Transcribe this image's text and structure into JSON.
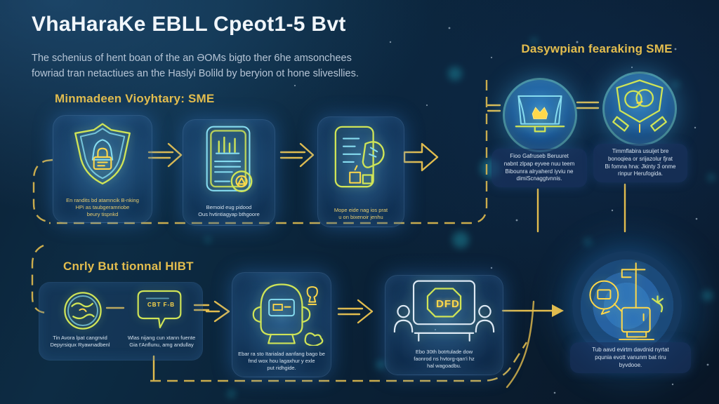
{
  "theme": {
    "accent_yellow": "#e3bd4e",
    "icon_lime": "#cfe457",
    "icon_cyan": "#86dcf0",
    "icon_gold": "#ffd84a",
    "text_white": "#f1f6fb",
    "text_muted": "#b6c5d6",
    "bg_dark": "#0a1d31"
  },
  "header": {
    "title": "VhaHaraKe EBLL Cpeot1-5 Bvt",
    "subtitle_lines": [
      "The schenius of hent boan of the an ƏOMs bigto ther 6he amsonchees",
      "fowriad tran netactiues an the Haslyi Bolild by beryion ot hone slivesllies."
    ]
  },
  "top_flow": {
    "heading": "Minmadeen Vioyhtary: SME",
    "steps": [
      {
        "icon": "shield-lock-icon",
        "caption": [
          "En randits bd atamncik B-nking",
          "HPi as taubgeramriobe",
          "beury tispnkd"
        ]
      },
      {
        "icon": "document-chart-icon",
        "caption": [
          "Bemoid eug pidood",
          "Ous hvtintiagyap bthgoore"
        ]
      },
      {
        "icon": "tablet-checklist-icon",
        "caption": [
          "Mope eide nag ios prat",
          "u on bixenoir jenhu"
        ]
      }
    ]
  },
  "right_panel": {
    "heading": "Dasywpian fearaking SME",
    "items": [
      {
        "icon": "stage-monitor-icon",
        "caption": [
          "Fioo Gafruseb Beruuret",
          "nabnt zlpap eyvee nuu teem",
          "Bibounra alryaherd iyviu ne",
          "dimiScnaggtvnnis."
        ]
      },
      {
        "icon": "shield-rings-icon",
        "caption": [
          "Timmflabira usuijet bre",
          "bonoqiea or srijazolur fjrat",
          "Bi fomna hna: Jkinty 3 onme",
          "rinpur Herufogida."
        ]
      }
    ]
  },
  "bottom_flow": {
    "heading": "Cnrly But tionnal HIBT",
    "steps": [
      {
        "icon": "coin-globe-icon",
        "caption": [
          "Tin Avora lpat cangnvid",
          "Depyrsiqux Ryawnadbenl"
        ]
      },
      {
        "icon": "speech-bubble-icon",
        "bubble_text": "CBT F-B",
        "caption": [
          "Wlas nijang cun xtann fuente",
          "Gia t'Anflunu, amg andullay"
        ]
      },
      {
        "icon": "robot-head-icon",
        "caption": [
          "Ebar ra sto Itarialad aanfang bago be",
          "fmd wox hou lagaxhur y exle",
          "put ridhgide."
        ]
      },
      {
        "icon": "monitor-people-icon",
        "screen_text": "DFD",
        "caption": [
          "Ebo 30th botrtulade dow",
          "faonrod ns hvtorg-qan'i hz",
          "hal wagoadbu."
        ]
      },
      {
        "icon": "inspection-rig-icon",
        "caption": [
          "Tub aavd evirtm davdnid nyrtat",
          "pqunia evott vanunm bat riru",
          "byvdooe."
        ]
      }
    ]
  }
}
